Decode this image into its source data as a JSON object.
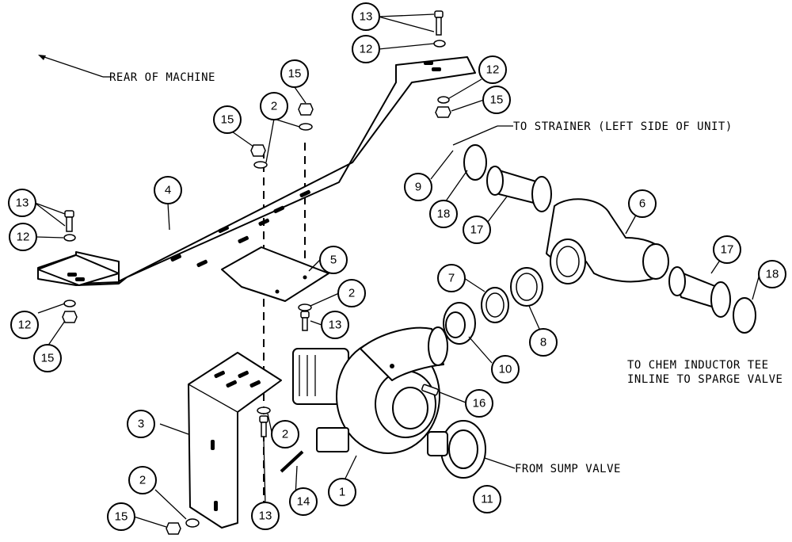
{
  "notes": {
    "rear": "REAR OF MACHINE",
    "strainer": "TO STRAINER (LEFT SIDE OF UNIT)",
    "chem_line1": "TO CHEM INDUCTOR TEE",
    "chem_line2": "INLINE TO SPARGE VALVE",
    "sump": "FROM SUMP VALVE"
  },
  "callouts": [
    {
      "id": "c13a",
      "label": "13"
    },
    {
      "id": "c12a",
      "label": "12"
    },
    {
      "id": "c15a",
      "label": "15"
    },
    {
      "id": "c12b",
      "label": "12"
    },
    {
      "id": "c15b",
      "label": "15"
    },
    {
      "id": "c15c",
      "label": "15"
    },
    {
      "id": "c2a",
      "label": "2"
    },
    {
      "id": "c13b",
      "label": "13"
    },
    {
      "id": "c12c",
      "label": "12"
    },
    {
      "id": "c4",
      "label": "4"
    },
    {
      "id": "c12d",
      "label": "12"
    },
    {
      "id": "c15d",
      "label": "15"
    },
    {
      "id": "c9",
      "label": "9"
    },
    {
      "id": "c18a",
      "label": "18"
    },
    {
      "id": "c17a",
      "label": "17"
    },
    {
      "id": "c6",
      "label": "6"
    },
    {
      "id": "c5",
      "label": "5"
    },
    {
      "id": "c7",
      "label": "7"
    },
    {
      "id": "c2b",
      "label": "2"
    },
    {
      "id": "c13c",
      "label": "13"
    },
    {
      "id": "c17b",
      "label": "17"
    },
    {
      "id": "c18b",
      "label": "18"
    },
    {
      "id": "c8",
      "label": "8"
    },
    {
      "id": "c10",
      "label": "10"
    },
    {
      "id": "c3",
      "label": "3"
    },
    {
      "id": "c16",
      "label": "16"
    },
    {
      "id": "c2c",
      "label": "2"
    },
    {
      "id": "c2d",
      "label": "2"
    },
    {
      "id": "c1",
      "label": "1"
    },
    {
      "id": "c11",
      "label": "11"
    },
    {
      "id": "c14",
      "label": "14"
    },
    {
      "id": "c13d",
      "label": "13"
    },
    {
      "id": "c15e",
      "label": "15"
    }
  ]
}
